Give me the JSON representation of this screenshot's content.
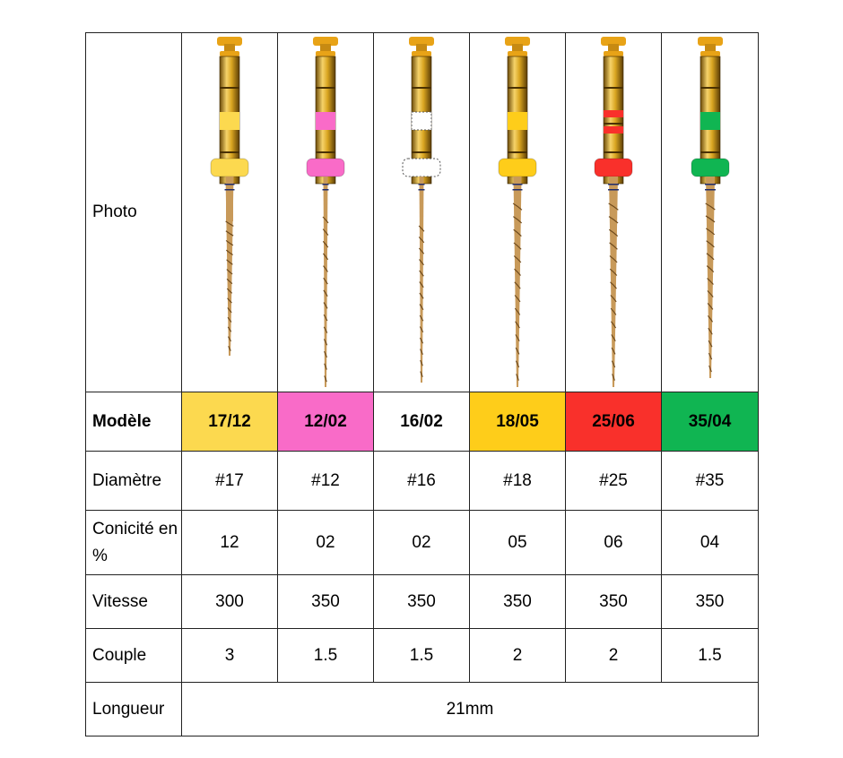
{
  "table": {
    "row_labels": {
      "photo": "Photo",
      "model": "Modèle",
      "diameter": "Diamètre",
      "taper": "Conicité en %",
      "speed": "Vitesse",
      "torque": "Couple",
      "length": "Longueur"
    },
    "files": [
      {
        "model": "17/12",
        "diameter": "#17",
        "taper": "12",
        "speed": "300",
        "torque": "3",
        "color": "#fcd94f"
      },
      {
        "model": "12/02",
        "diameter": "#12",
        "taper": "02",
        "speed": "350",
        "torque": "1.5",
        "color": "#f96bc8"
      },
      {
        "model": "16/02",
        "diameter": "#16",
        "taper": "02",
        "speed": "350",
        "torque": "1.5",
        "color": "#ffffff"
      },
      {
        "model": "18/05",
        "diameter": "#18",
        "taper": "05",
        "speed": "350",
        "torque": "2",
        "color": "#fecd1a"
      },
      {
        "model": "25/06",
        "diameter": "#25",
        "taper": "06",
        "speed": "350",
        "torque": "2",
        "color": "#f9302b"
      },
      {
        "model": "35/04",
        "diameter": "#35",
        "taper": "04",
        "speed": "350",
        "torque": "1.5",
        "color": "#10b552"
      }
    ],
    "length_value": "21mm"
  },
  "colors": {
    "border": "#222222",
    "gold_handle": "#d4a017",
    "cap": "#e8a317",
    "file_bronze": "#c89a5a"
  },
  "icons": [
    "endodontic-file-icon"
  ]
}
